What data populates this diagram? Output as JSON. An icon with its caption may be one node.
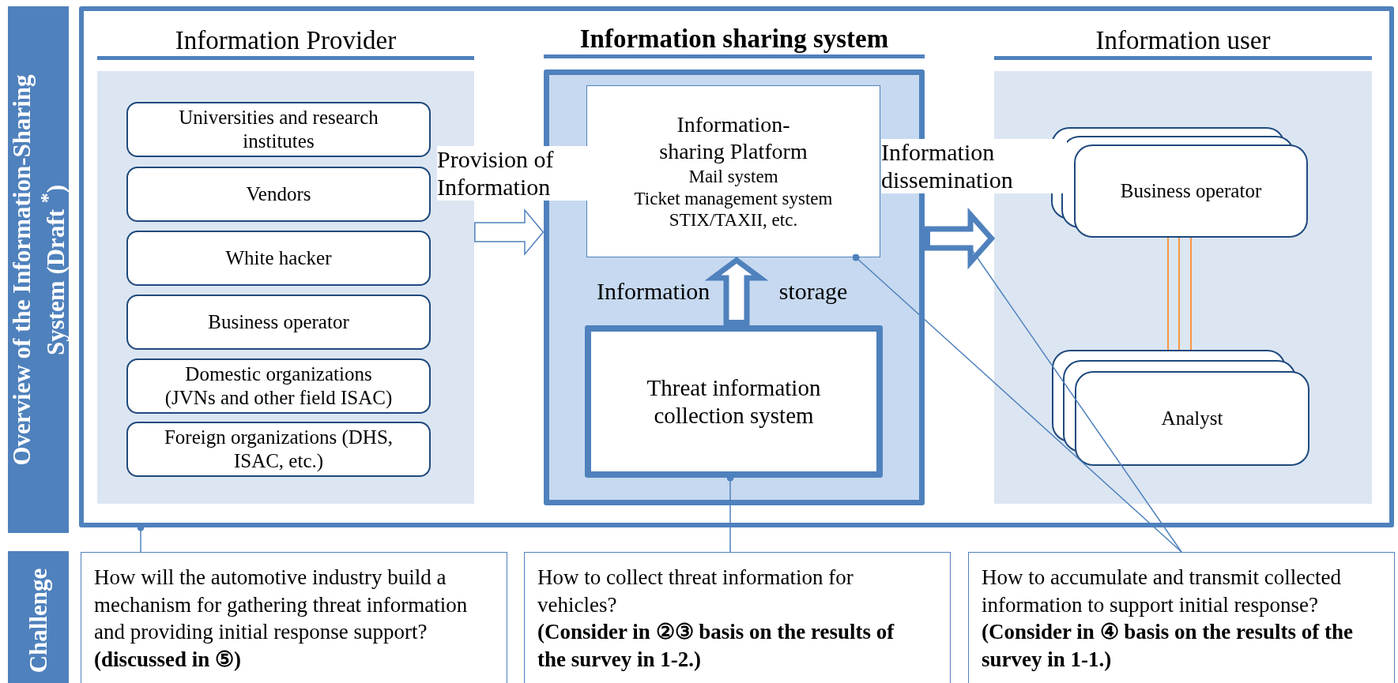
{
  "diagram": {
    "nodes": [
      {
        "text": [
          "Overview of the Information-Sharing System (Draft $^{*}$)"
        ]
      },
      {
        "text": [],
        "shape": "box"
      },
      {
        "text": [
          "Information Provider"
        ],
        "in": 1
      },
      {
        "text": [
          "Universities and research institutes"
        ],
        "in": 2
      },
      {
        "text": [
          "Vendors"
        ],
        "in": 2
      },
      {
        "text": [
          "White hacker"
        ],
        "in": 2
      },
      {
        "text": [
          "Business operator"
        ],
        "in": 2
      },
      {
        "text": [
          "Domestic organizations (JVNs and other field ISAC)"
        ],
        "in": 2
      },
      {
        "text": [
          "Foreign organizations (DHS, ISAC, etc.)"
        ],
        "in": 2
      },
      {
        "text": [
          "Information sharing system"
        ],
        "in": 1
      },
      {
        "text": [
          "Information-sharing Platform",
          "Mail system",
          "Ticket management system",
          "STIX/TAXII, etc."
        ],
        "in": 9
      },
      {
        "text": [
          "Threat information collection system"
        ],
        "in": 9
      },
      {
        "text": [
          "Information user"
        ],
        "in": 1
      },
      {
        "text": [
          "Business operator"
        ],
        "in": 12
      },
      {
        "text": [
          "Analyst"
        ],
        "in": 12
      },
      {
        "text": [
          "Challenge"
        ]
      },
      {
        "text": [
          "How will the automotive industry build a mechanism for gathering threat information and providing initial response support?",
          "(discussed in ⑤)"
        ]
      },
      {
        "text": [
          "How to collect threat information for vehicles?",
          "(Consider in ②③ basis on the results of the survey in 1-2.)"
        ]
      },
      {
        "text": [
          "How to accumulate and transmit collected information to support initial response?",
          "(Consider in ④ basis on the results of the survey in 1-1.)"
        ]
      }
    ],
    "edges": [
      {
        "from": 2,
        "to": 9,
        "arrow": "to",
        "label": "Provision of Information"
      },
      {
        "from": 11,
        "to": 10,
        "arrow": "to",
        "label": "Information storage",
        "style": "thick"
      },
      {
        "from": 9,
        "to": 12,
        "arrow": "to",
        "label": "Information dissemination",
        "style": "thick"
      },
      {
        "from": 13,
        "to": 14,
        "arrow": "none",
        "color": "#f79646"
      },
      {
        "from": 13,
        "to": 14,
        "arrow": "none",
        "color": "#f79646"
      },
      {
        "from": 13,
        "to": 14,
        "arrow": "none",
        "color": "#f79646"
      },
      {
        "from": 16,
        "to": 1,
        "arrow": "other"
      },
      {
        "from": 17,
        "to": 11,
        "arrow": "other"
      },
      {
        "from": 18,
        "to": 10,
        "arrow": "other"
      },
      {
        "from": 18,
        "to": null,
        "arrow": "none"
      }
    ]
  }
}
